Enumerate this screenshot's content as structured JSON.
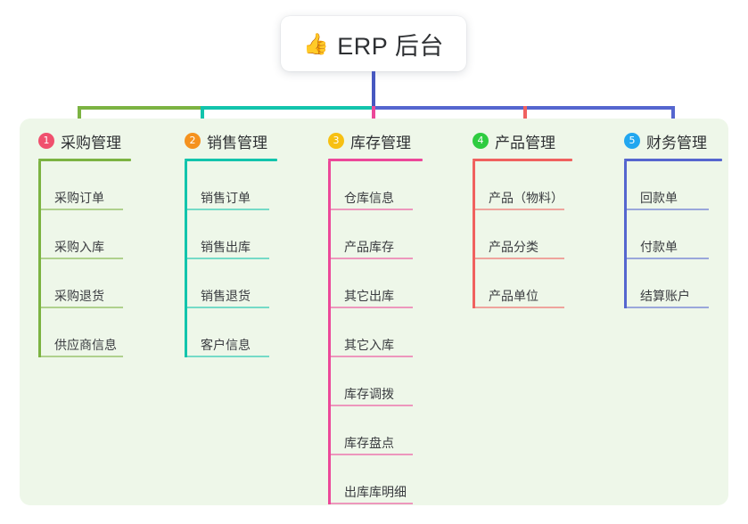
{
  "root": {
    "icon": "thumbs-up-icon",
    "icon_glyph": "👍",
    "title": "ERP 后台"
  },
  "panel": {
    "background": "#eef7e9"
  },
  "colors": {
    "branch_1": "#7cb342",
    "branch_2": "#12c4ac",
    "branch_3": "#ec4899",
    "branch_4": "#f0615f",
    "branch_5": "#5566cf",
    "trunk": "#4758c0",
    "badge_1": "#f0506e",
    "badge_2": "#f5921f",
    "badge_3": "#f7c013",
    "badge_4": "#2ecc40",
    "badge_5": "#22a7f0"
  },
  "branches": [
    {
      "number": "1",
      "title": "采购管理",
      "badge_color": "#f0506e",
      "line_color": "#7cb342",
      "children": [
        {
          "label": "采购订单"
        },
        {
          "label": "采购入库"
        },
        {
          "label": "采购退货"
        },
        {
          "label": "供应商信息"
        }
      ]
    },
    {
      "number": "2",
      "title": "销售管理",
      "badge_color": "#f5921f",
      "line_color": "#12c4ac",
      "children": [
        {
          "label": "销售订单"
        },
        {
          "label": "销售出库"
        },
        {
          "label": "销售退货"
        },
        {
          "label": "客户信息"
        }
      ]
    },
    {
      "number": "3",
      "title": "库存管理",
      "badge_color": "#f7c013",
      "line_color": "#ec4899",
      "children": [
        {
          "label": "仓库信息"
        },
        {
          "label": "产品库存"
        },
        {
          "label": "其它出库"
        },
        {
          "label": "其它入库"
        },
        {
          "label": "库存调拨"
        },
        {
          "label": "库存盘点"
        },
        {
          "label": "出库库明细"
        }
      ]
    },
    {
      "number": "4",
      "title": "产品管理",
      "badge_color": "#2ecc40",
      "line_color": "#f0615f",
      "children": [
        {
          "label": "产品（物料）"
        },
        {
          "label": "产品分类"
        },
        {
          "label": "产品单位"
        }
      ]
    },
    {
      "number": "5",
      "title": "财务管理",
      "badge_color": "#22a7f0",
      "line_color": "#5566cf",
      "children": [
        {
          "label": "回款单"
        },
        {
          "label": "付款单"
        },
        {
          "label": "结算账户"
        }
      ]
    }
  ]
}
